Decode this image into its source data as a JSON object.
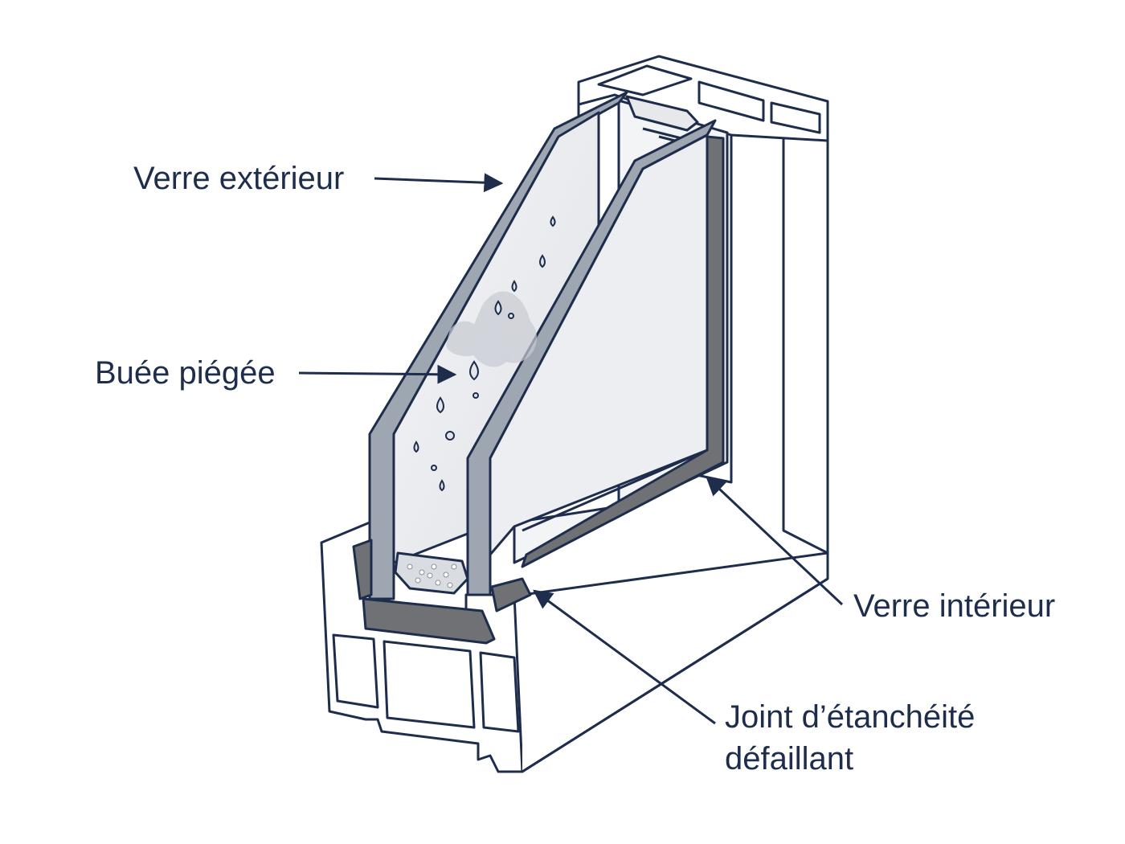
{
  "labels": {
    "outer_glass": "Verre extérieur",
    "trapped_fog": "Buée piégée",
    "inner_glass": "Verre intérieur",
    "seal_line1": "Joint d’étanchéité",
    "seal_line2": "défaillant"
  },
  "colors": {
    "outline": "#1f2d4d",
    "glass_edge": "#9ea6b1",
    "glass_tint": "#eef0f3",
    "seal": "#6f7175",
    "frame": "#ffffff"
  }
}
